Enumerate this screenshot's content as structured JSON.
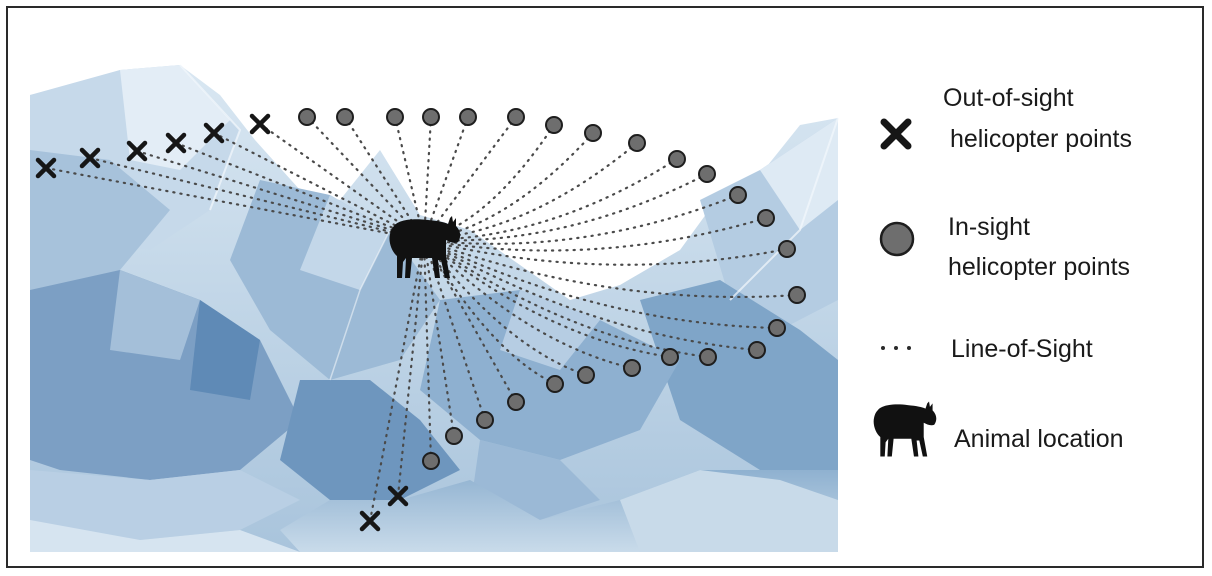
{
  "legend": {
    "out_of_sight": [
      "Out-of-sight",
      " helicopter points"
    ],
    "in_sight": [
      "In-sight",
      "helicopter points"
    ],
    "line_of_sight": "Line-of-Sight",
    "animal": "Animal location"
  },
  "colors": {
    "terrain_dark": "#6f98c0",
    "terrain_light": "#dde9f3",
    "marker_fill": "#6e6e6e",
    "marker_stroke": "#1e1e1e",
    "cross": "#161616",
    "sight_dots": "#4a4a4a",
    "animal": "#111111"
  },
  "icons": {
    "out_of_sight": "x-cross-icon",
    "in_sight": "gray-circle-icon",
    "line_of_sight": "dotted-line-icon",
    "animal": "mountain-goat-icon"
  }
}
